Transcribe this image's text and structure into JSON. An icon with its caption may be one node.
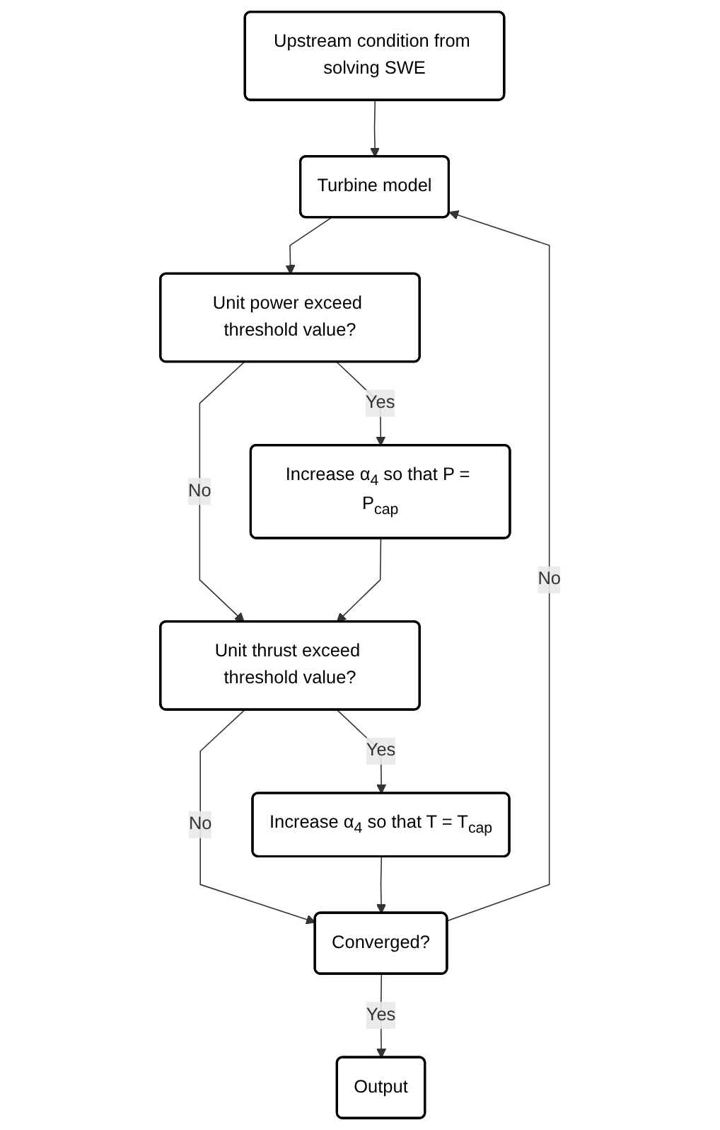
{
  "diagram": {
    "nodes": [
      {
        "text": [
          "Upstream condition from solving SWE"
        ]
      },
      {
        "text": [
          "Turbine model"
        ]
      },
      {
        "text": [
          "Unit power exceed threshold value?"
        ]
      },
      {
        "text": [
          "Increase α$_{4}$ so that P = P$_{cap}$"
        ]
      },
      {
        "text": [
          "Unit thrust exceed threshold value?"
        ]
      },
      {
        "text": [
          "Increase α$_{4}$ so that T = T$_{cap}$"
        ]
      },
      {
        "text": [
          "Converged?"
        ]
      },
      {
        "text": [
          "Output"
        ]
      }
    ],
    "edges": [
      {
        "from": 0,
        "to": 1,
        "arrow": "to"
      },
      {
        "from": 1,
        "to": 2,
        "arrow": "to"
      },
      {
        "from": 2,
        "to": 3,
        "arrow": "to",
        "label": "Yes"
      },
      {
        "from": 2,
        "to": 4,
        "arrow": "to",
        "label": "No"
      },
      {
        "from": 3,
        "to": 4,
        "arrow": "to"
      },
      {
        "from": 4,
        "to": 5,
        "arrow": "to",
        "label": "Yes"
      },
      {
        "from": 4,
        "to": 6,
        "arrow": "to",
        "label": "No"
      },
      {
        "from": 5,
        "to": 6,
        "arrow": "to"
      },
      {
        "from": 6,
        "to": 1,
        "arrow": "to",
        "label": "No"
      },
      {
        "from": 6,
        "to": 7,
        "arrow": "to",
        "label": "Yes"
      }
    ]
  }
}
